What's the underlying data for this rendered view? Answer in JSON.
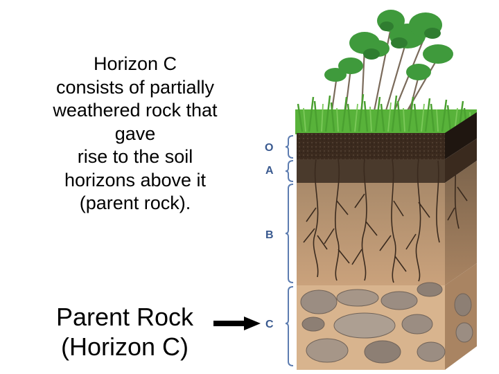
{
  "description": {
    "lines": [
      "Horizon C",
      "consists of partially",
      "weathered rock that",
      "gave",
      "rise to the soil",
      "horizons above it",
      "(parent rock)."
    ]
  },
  "parent_rock_label": {
    "line1": "Parent Rock",
    "line2": "(Horizon C)"
  },
  "horizons": [
    {
      "label": "O",
      "color": "#3b2a1e"
    },
    {
      "label": "A",
      "color": "#4a3a2c"
    },
    {
      "label": "B",
      "color": "#c9a179"
    },
    {
      "label": "C",
      "color": "#d8b48e"
    }
  ],
  "colors": {
    "label_text": "#39598f",
    "bracket": "#5c7cb0",
    "grass": "#58b23a",
    "rock": "#9b8d82"
  }
}
